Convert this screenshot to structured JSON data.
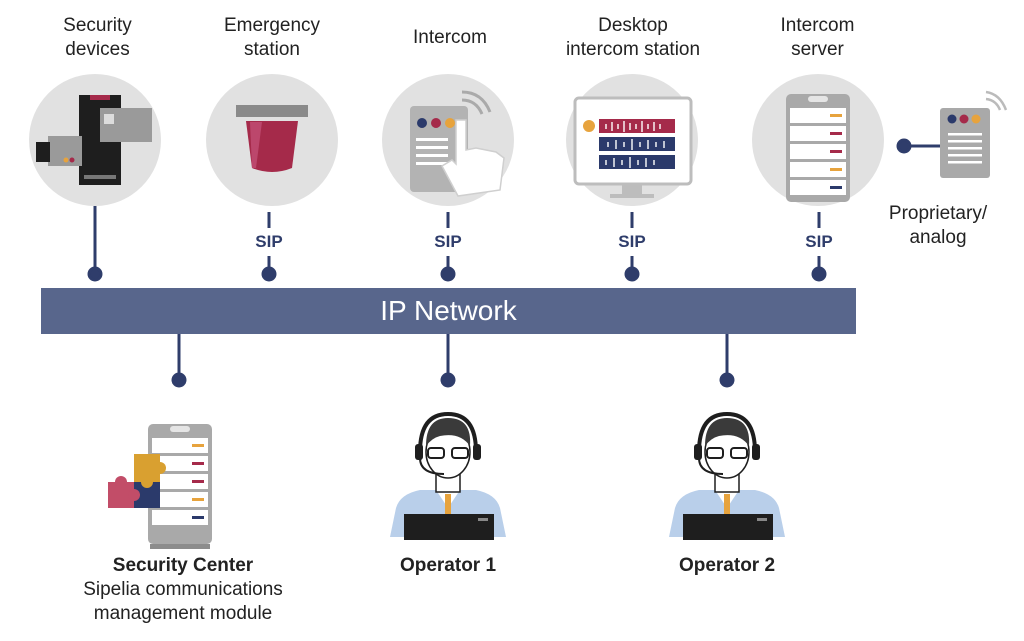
{
  "devices": [
    {
      "line1": "Security",
      "line2": "devices",
      "protocol": ""
    },
    {
      "line1": "Emergency",
      "line2": "station",
      "protocol": "SIP"
    },
    {
      "line1": "Intercom",
      "line2": "",
      "protocol": "SIP"
    },
    {
      "line1": "Desktop",
      "line2": "intercom station",
      "protocol": "SIP"
    },
    {
      "line1": "Intercom",
      "line2": "server",
      "protocol": "SIP"
    }
  ],
  "proprietary": {
    "line1": "Proprietary/",
    "line2": "analog"
  },
  "network": {
    "label": "IP Network"
  },
  "clients": [
    {
      "title": "Security Center",
      "sub1": "Sipelia communications",
      "sub2": "management module"
    },
    {
      "title": "Operator 1"
    },
    {
      "title": "Operator 2"
    }
  ],
  "colors": {
    "network": "#58668c",
    "line": "#2f3d6b",
    "circle": "#e1e1e1",
    "crimson": "#a52a4a",
    "gold": "#e7a33d",
    "navy": "#2b3a6b"
  }
}
